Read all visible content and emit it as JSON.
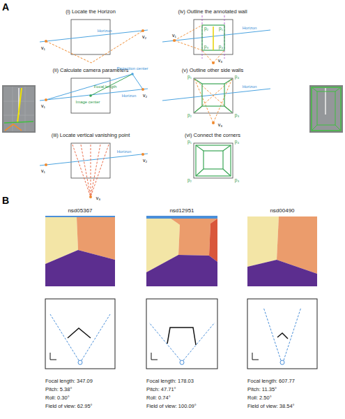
{
  "diagram": {
    "labels": [
      "A",
      "(i) Locate the Horizon",
      "Horizon",
      "v₁",
      "v₂",
      "(ii) Calculate camera parameters",
      "Projection center",
      "Focal length",
      "Image center",
      "Horizon",
      "v₁",
      "v₂",
      "(iii) Locate vertical vanishing point",
      "Horizon",
      "v₁",
      "v₂",
      "v₃",
      "(iv) Outline the annotated wall",
      "p₂",
      "p₁",
      "p₃",
      "p₄",
      "Horizon",
      "v₁",
      "v₃",
      "(v) Outline other side walls",
      "p₁",
      "p₄",
      "p₂",
      "p₃",
      "Horizon",
      "v₃",
      "(vi) Connect the corners",
      "p₁",
      "p₄",
      "p₂",
      "p₃",
      "B",
      "nsd05367",
      "nsd12951",
      "nsd00490",
      "Focal length: 347.09",
      "Pitch: 5.38°",
      "Roll: 0.30°",
      "Field of view: 62.95°",
      "Focal length: 178.03",
      "Pitch: 47.71°",
      "Roll: 0.74°",
      "Field of view: 100.09°",
      "Focal length: 607.77",
      "Pitch: 11.35°",
      "Roll: 2.50°",
      "Field of view: 38.54°"
    ]
  }
}
